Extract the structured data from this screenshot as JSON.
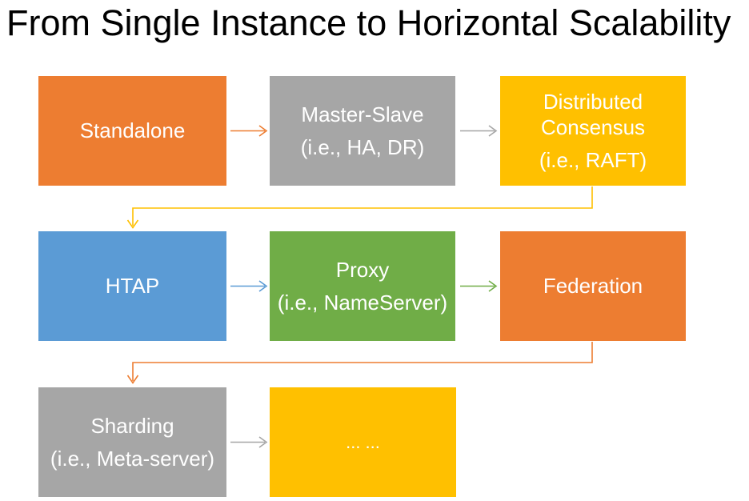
{
  "title": "From Single Instance to Horizontal Scalability",
  "palette": {
    "orange": "#ED7D31",
    "gray": "#A6A6A6",
    "gold": "#FFC000",
    "blue": "#5B9BD5",
    "green": "#70AD47",
    "text_on_box": "#FFFFFF",
    "title_text": "#000000",
    "background": "#FFFFFF"
  },
  "nodes": [
    {
      "id": "standalone",
      "line1": "Standalone",
      "line2": "",
      "color": "#ED7D31"
    },
    {
      "id": "master-slave",
      "line1": "Master-Slave",
      "line2": "(i.e., HA, DR)",
      "color": "#A6A6A6"
    },
    {
      "id": "distributed-consensus",
      "line1": "Distributed Consensus",
      "line2": "(i.e., RAFT)",
      "color": "#FFC000"
    },
    {
      "id": "htap",
      "line1": "HTAP",
      "line2": "",
      "color": "#5B9BD5"
    },
    {
      "id": "proxy",
      "line1": "Proxy",
      "line2": "(i.e., NameServer)",
      "color": "#70AD47"
    },
    {
      "id": "federation",
      "line1": "Federation",
      "line2": "",
      "color": "#ED7D31"
    },
    {
      "id": "sharding",
      "line1": "Sharding",
      "line2": "(i.e., Meta-server)",
      "color": "#A6A6A6"
    },
    {
      "id": "more",
      "line1": "... ...",
      "line2": "",
      "color": "#FFC000"
    }
  ],
  "connectors": [
    {
      "name": "standalone-to-master-slave",
      "color": "#ED7D31"
    },
    {
      "name": "master-slave-to-distributed-consensus",
      "color": "#A6A6A6"
    },
    {
      "name": "distributed-consensus-to-htap",
      "color": "#FFC000"
    },
    {
      "name": "htap-to-proxy",
      "color": "#5B9BD5"
    },
    {
      "name": "proxy-to-federation",
      "color": "#70AD47"
    },
    {
      "name": "federation-to-sharding",
      "color": "#ED7D31"
    },
    {
      "name": "sharding-to-more",
      "color": "#A6A6A6"
    }
  ]
}
